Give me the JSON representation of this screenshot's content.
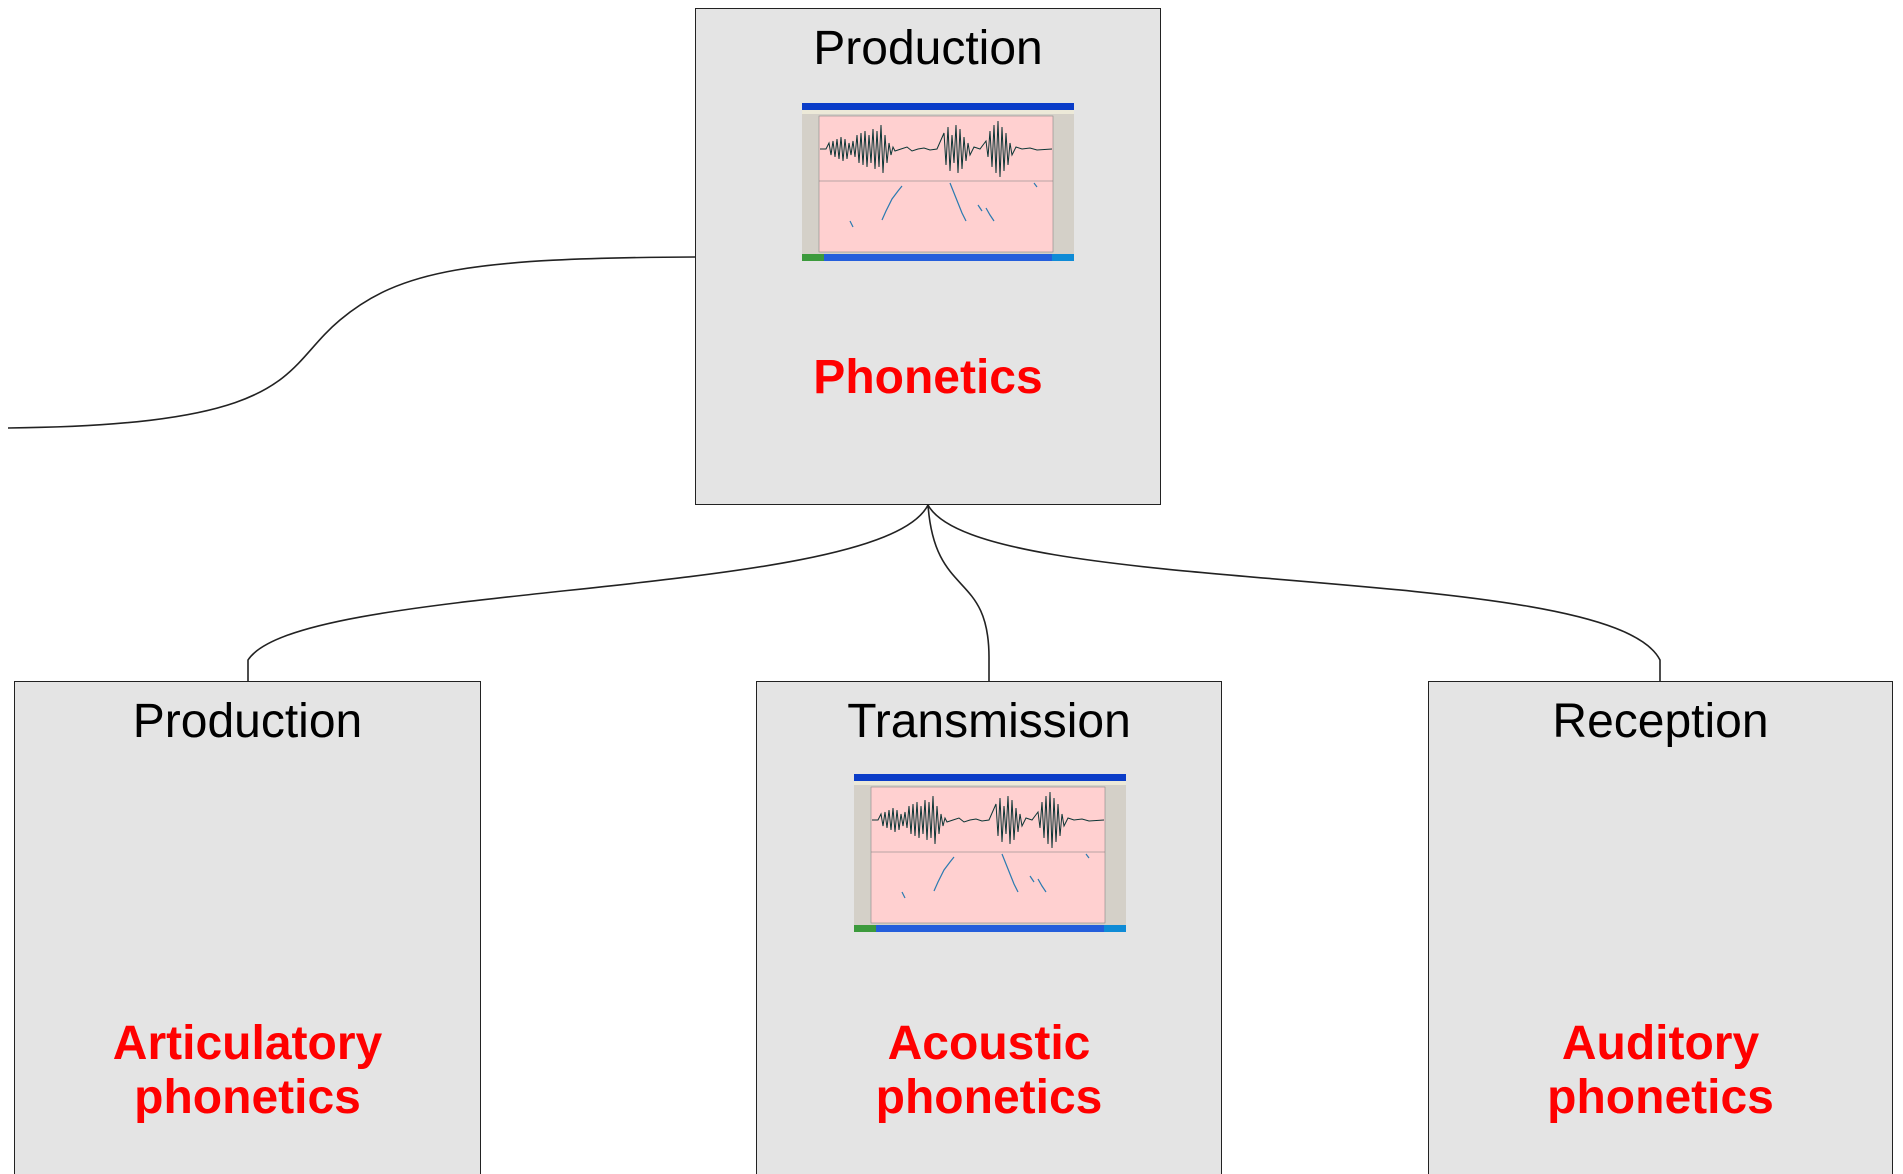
{
  "colors": {
    "box_fill": "#e4e4e4",
    "concept_text": "#ff0000",
    "heading_text": "#000000",
    "line": "#222222"
  },
  "nodes": {
    "root": {
      "heading": "Production",
      "concept_line1": "Phonetics",
      "concept_line2": "",
      "thumbnail": "waveform-screenshot"
    },
    "left": {
      "heading": "Production",
      "concept_line1": "Articulatory",
      "concept_line2": "phonetics"
    },
    "middle": {
      "heading": "Transmission",
      "concept_line1": "Acoustic",
      "concept_line2": "phonetics",
      "thumbnail": "waveform-screenshot"
    },
    "right": {
      "heading": "Reception",
      "concept_line1": "Auditory",
      "concept_line2": "phonetics"
    }
  }
}
